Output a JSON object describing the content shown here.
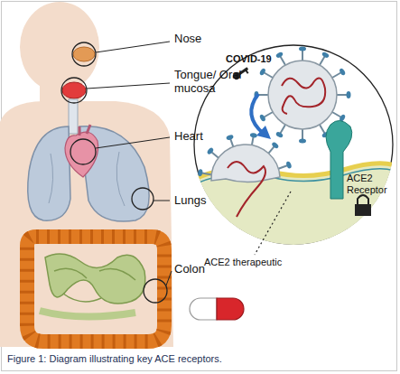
{
  "diagram": {
    "caption": "Figure 1: Diagram illustrating key ACE receptors.",
    "nodes": [
      {
        "text": [
          "COVID-19",
          "ACE2 Receptor"
        ]
      }
    ],
    "labels": [
      "Nose",
      "Tongue/ Oral mucosa",
      "Heart",
      "Lungs",
      "Colon",
      "ACE2 therapeutic"
    ]
  }
}
